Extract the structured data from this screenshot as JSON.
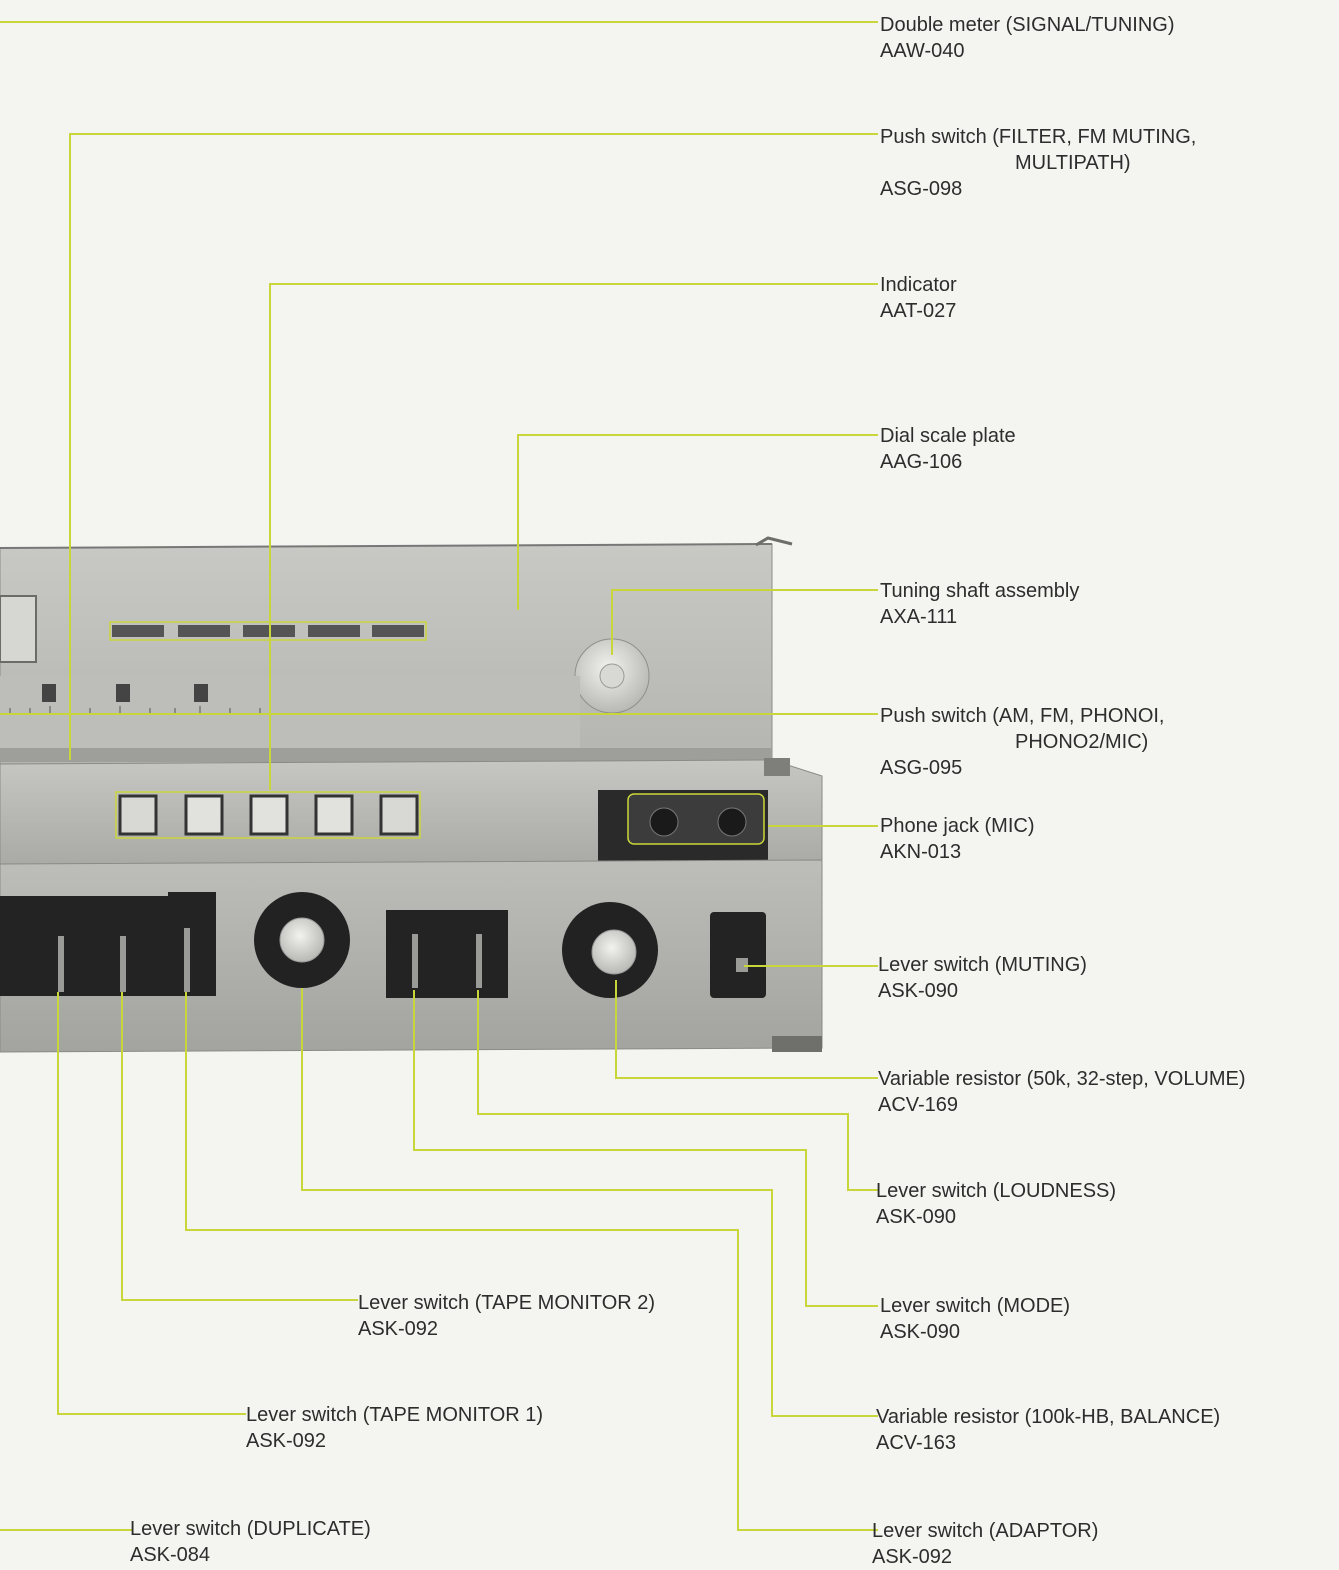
{
  "callouts": [
    {
      "id": "double-meter",
      "name": "Double meter (SIGNAL/TUNING)",
      "part": "AAW-040"
    },
    {
      "id": "push-filter",
      "name": "Push switch (FILTER, FM MUTING,",
      "name2": "MULTIPATH)",
      "part": "ASG-098"
    },
    {
      "id": "indicator",
      "name": "Indicator",
      "part": "AAT-027"
    },
    {
      "id": "dial-scale",
      "name": "Dial scale plate",
      "part": "AAG-106"
    },
    {
      "id": "tuning-shaft",
      "name": "Tuning shaft assembly",
      "part": "AXA-111"
    },
    {
      "id": "push-am",
      "name": "Push switch (AM, FM, PHONOI,",
      "name2": "PHONO2/MIC)",
      "part": "ASG-095"
    },
    {
      "id": "phone-jack",
      "name": "Phone jack (MIC)",
      "part": "AKN-013"
    },
    {
      "id": "lever-muting",
      "name": "Lever switch (MUTING)",
      "part": "ASK-090"
    },
    {
      "id": "vr-volume",
      "name": "Variable resistor (50k, 32-step, VOLUME)",
      "part": "ACV-169"
    },
    {
      "id": "lever-loudness",
      "name": "Lever switch (LOUDNESS)",
      "part": "ASK-090"
    },
    {
      "id": "lever-mode",
      "name": "Lever switch (MODE)",
      "part": "ASK-090"
    },
    {
      "id": "vr-balance",
      "name": "Variable resistor (100k-HB, BALANCE)",
      "part": "ACV-163"
    },
    {
      "id": "lever-adaptor",
      "name": "Lever switch (ADAPTOR)",
      "part": "ASK-092"
    },
    {
      "id": "lever-tape2",
      "name": "Lever switch (TAPE MONITOR 2)",
      "part": "ASK-092"
    },
    {
      "id": "lever-tape1",
      "name": "Lever switch (TAPE MONITOR 1)",
      "part": "ASK-092"
    },
    {
      "id": "lever-duplicate",
      "name": "Lever switch (DUPLICATE)",
      "part": "ASK-084"
    }
  ],
  "colors": {
    "leader": "#c9d63a",
    "panel": "#b9b9b6",
    "dark": "#1e1e1e"
  }
}
